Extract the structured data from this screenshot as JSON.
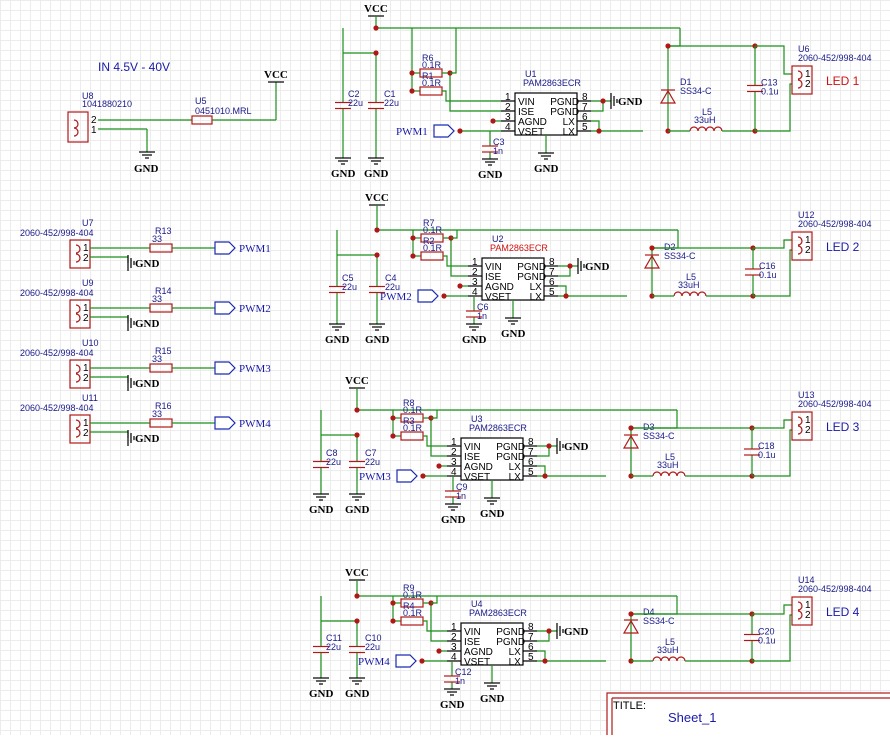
{
  "input_note": "IN 4.5V - 40V",
  "input_connector": {
    "ref": "U8",
    "part": "1041880210",
    "pins": [
      "2",
      "1"
    ]
  },
  "fuse": {
    "ref": "U5",
    "part": "0451010.MRL"
  },
  "vcc_label": "VCC",
  "gnd_label": "GND",
  "pwm_headers": [
    {
      "ref": "U7",
      "part": "2060-452/998-404",
      "res_ref": "R13",
      "res_val": "33",
      "net": "PWM1"
    },
    {
      "ref": "U9",
      "part": "2060-452/998-404",
      "res_ref": "R14",
      "res_val": "33",
      "net": "PWM2"
    },
    {
      "ref": "U10",
      "part": "2060-452/998-404",
      "res_ref": "R15",
      "res_val": "33",
      "net": "PWM3"
    },
    {
      "ref": "U11",
      "part": "2060-452/998-404",
      "res_ref": "R16",
      "res_val": "33",
      "net": "PWM4"
    }
  ],
  "drivers": [
    {
      "ic": "U1",
      "part": "PAM2863ECR",
      "c_big1": "C2",
      "c_big2": "C1",
      "c_big_val": "22u",
      "r_top": "R6",
      "r_bot": "R1",
      "r_val": "0.1R",
      "c_small": "C3",
      "c_small_val": "1n",
      "diode": "D1",
      "diode_part": "SS34-C",
      "inductor": "L5",
      "ind_val": "33uH",
      "c_out": "C13",
      "c_out_val": "0.1u",
      "conn": "U6",
      "conn_part": "2060-452/998-404",
      "led": "LED 1",
      "pwm": "PWM1"
    },
    {
      "ic": "U2",
      "part": "PAM2863ECR",
      "c_big1": "C5",
      "c_big2": "C4",
      "c_big_val": "22u",
      "r_top": "R7",
      "r_bot": "R2",
      "r_val": "0.1R",
      "c_small": "C6",
      "c_small_val": "1n",
      "diode": "D2",
      "diode_part": "SS34-C",
      "inductor": "L5",
      "ind_val": "33uH",
      "c_out": "C16",
      "c_out_val": "0.1u",
      "conn": "U12",
      "conn_part": "2060-452/998-404",
      "led": "LED 2",
      "pwm": "PWM2"
    },
    {
      "ic": "U3",
      "part": "PAM2863ECR",
      "c_big1": "C8",
      "c_big2": "C7",
      "c_big_val": "22u",
      "r_top": "R8",
      "r_bot": "R3",
      "r_val": "0.1R",
      "c_small": "C9",
      "c_small_val": "1n",
      "diode": "D3",
      "diode_part": "SS34-C",
      "inductor": "L5",
      "ind_val": "33uH",
      "c_out": "C18",
      "c_out_val": "0.1u",
      "conn": "U13",
      "conn_part": "2060-452/998-404",
      "led": "LED 3",
      "pwm": "PWM3"
    },
    {
      "ic": "U4",
      "part": "PAM2863ECR",
      "c_big1": "C11",
      "c_big2": "C10",
      "c_big_val": "22u",
      "r_top": "R9",
      "r_bot": "R4",
      "r_val": "0.1R",
      "c_small": "C12",
      "c_small_val": "1n",
      "diode": "D4",
      "diode_part": "SS34-C",
      "inductor": "L5",
      "ind_val": "33uH",
      "c_out": "C20",
      "c_out_val": "0.1u",
      "conn": "U14",
      "conn_part": "2060-452/998-404",
      "led": "LED 4",
      "pwm": "PWM4"
    }
  ],
  "ic_pins_left": [
    {
      "num": "1",
      "name": "VIN"
    },
    {
      "num": "2",
      "name": "ISE"
    },
    {
      "num": "3",
      "name": "AGND"
    },
    {
      "num": "4",
      "name": "VSET"
    }
  ],
  "ic_pins_right": [
    {
      "num": "8",
      "name": "PGND"
    },
    {
      "num": "7",
      "name": "PGND"
    },
    {
      "num": "6",
      "name": "LX"
    },
    {
      "num": "5",
      "name": "LX"
    }
  ],
  "title_block": {
    "label": "TITLE:",
    "value": "Sheet_1"
  }
}
